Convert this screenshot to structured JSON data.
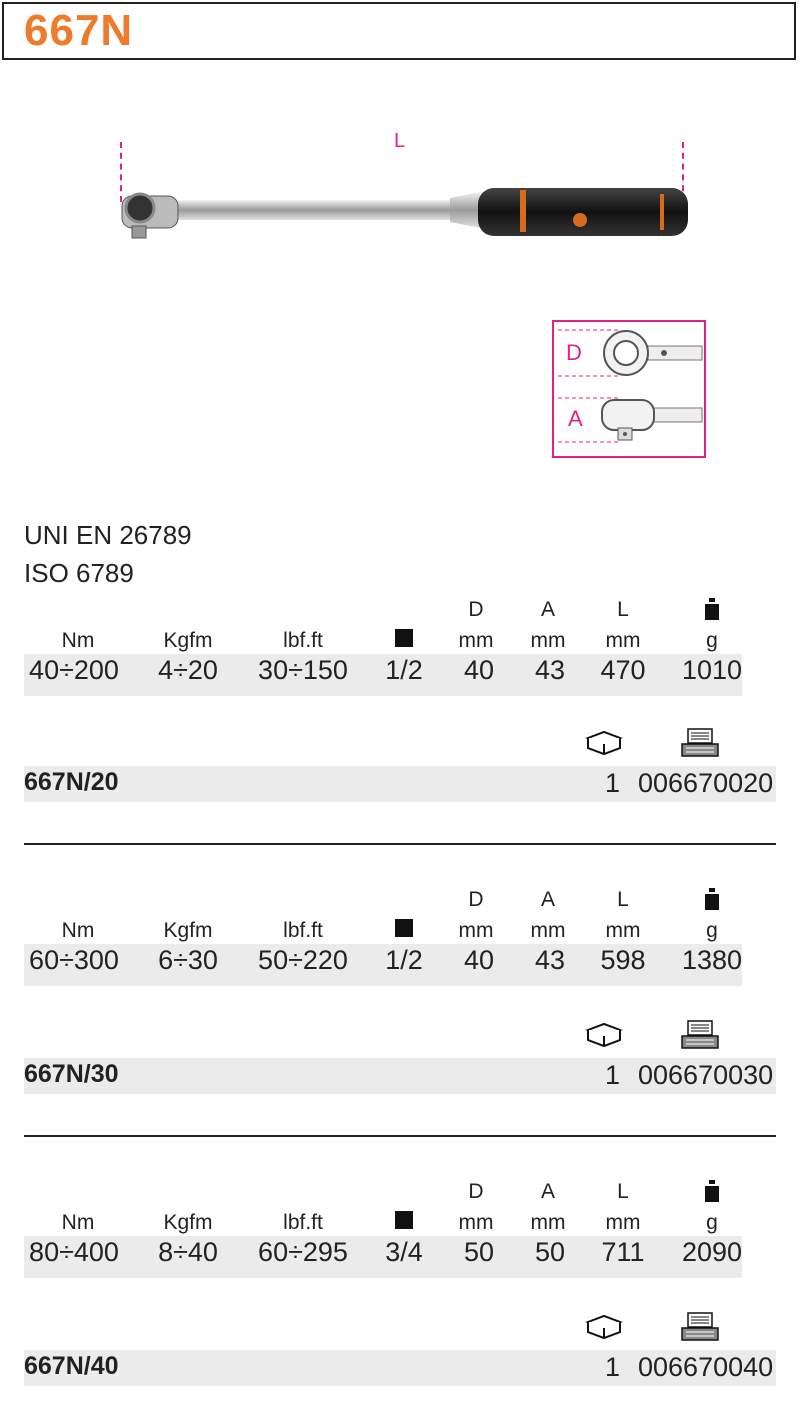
{
  "title": "667N",
  "diagram": {
    "length_label": "L",
    "inset_label_d": "D",
    "inset_label_a": "A"
  },
  "standards": [
    "UNI EN 26789",
    "ISO 6789"
  ],
  "columns": {
    "nm": "Nm",
    "kgfm": "Kgfm",
    "lbfft": "lbf.ft",
    "d_top": "D",
    "d_unit": "mm",
    "a_top": "A",
    "a_unit": "mm",
    "l_top": "L",
    "l_unit": "mm",
    "weight_unit": "g"
  },
  "icons": {
    "square_drive": "square-drive-icon",
    "weight": "weight-icon",
    "packaging": "box-icon",
    "barcode": "barcode-terminal-icon"
  },
  "products": [
    {
      "nm": "40÷200",
      "kgfm": "4÷20",
      "lbfft": "30÷150",
      "drive": "1/2",
      "d": "40",
      "a": "43",
      "l": "470",
      "g": "1010",
      "code": "667N/20",
      "qty": "1",
      "ean": "006670020"
    },
    {
      "nm": "60÷300",
      "kgfm": "6÷30",
      "lbfft": "50÷220",
      "drive": "1/2",
      "d": "40",
      "a": "43",
      "l": "598",
      "g": "1380",
      "code": "667N/30",
      "qty": "1",
      "ean": "006670030"
    },
    {
      "nm": "80÷400",
      "kgfm": "8÷40",
      "lbfft": "60÷295",
      "drive": "3/4",
      "d": "50",
      "a": "50",
      "l": "711",
      "g": "2090",
      "code": "667N/40",
      "qty": "1",
      "ean": "006670040"
    }
  ],
  "colors": {
    "title": "#ee7a2a",
    "dimension": "#e0218a",
    "band": "#ebebeb"
  }
}
